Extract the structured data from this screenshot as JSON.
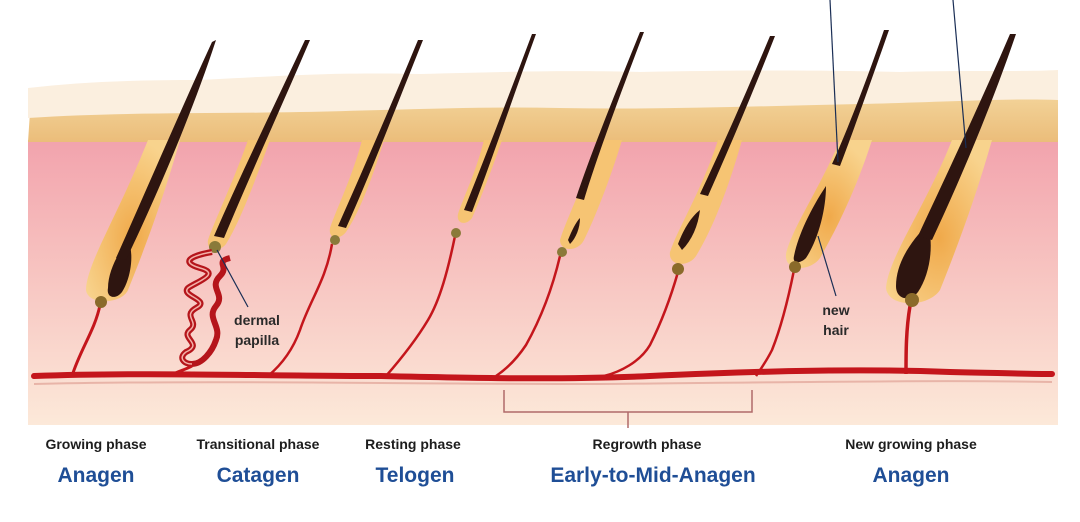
{
  "colors": {
    "skin_top": "#fbeedd",
    "skin_band": "#efc886",
    "dermis_pink": "#f3a9b2",
    "dermis_cream": "#fbe7d6",
    "follicle": "#f6c473",
    "hair": "#2e1510",
    "vessel": "#c4161c",
    "label_blue": "#1f4e96"
  },
  "phases": [
    {
      "subtitle": "Growing phase",
      "name": "Anagen"
    },
    {
      "subtitle": "Transitional phase",
      "name": "Catagen"
    },
    {
      "subtitle": "Resting phase",
      "name": "Telogen"
    },
    {
      "subtitle": "Regrowth phase",
      "name": "Early-to-Mid-Anagen"
    },
    {
      "subtitle": "New growing phase",
      "name": "Anagen"
    }
  ],
  "callouts": {
    "dermal_papilla": "dermal\npapilla",
    "new_hair": "new\nhair"
  }
}
